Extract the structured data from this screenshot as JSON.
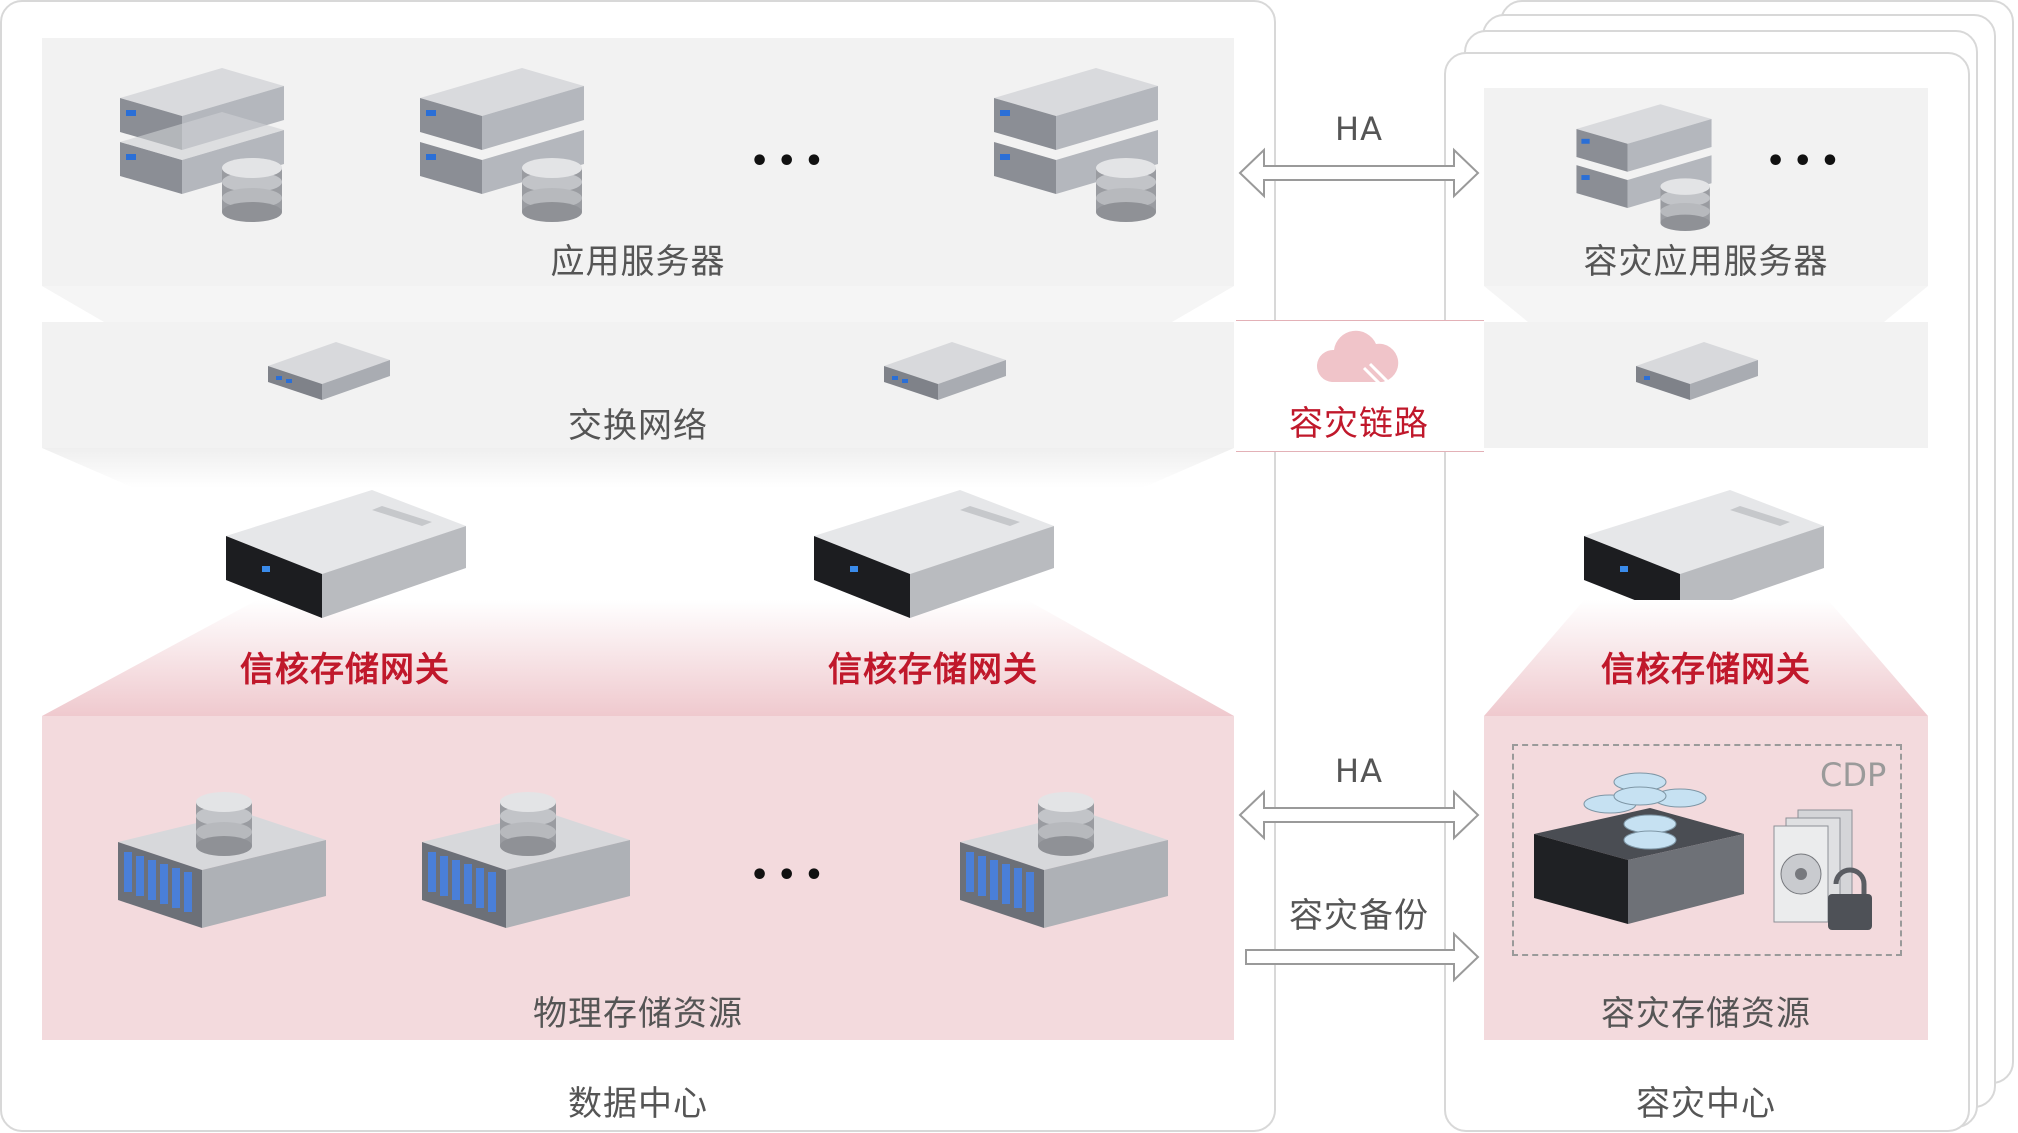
{
  "data_center": {
    "title": "数据中心",
    "app_servers_label": "应用服务器",
    "switch_label": "交换网络",
    "gateways": [
      "信核存储网关",
      "信核存储网关"
    ],
    "storage_label": "物理存储资源",
    "ellipsis": "•••"
  },
  "links": {
    "ha_top": "HA",
    "dr_link": "容灾链路",
    "ha_bottom": "HA",
    "dr_backup": "容灾备份"
  },
  "dr_center": {
    "title": "容灾中心",
    "app_servers_label": "容灾应用服务器",
    "gateway": "信核存储网关",
    "storage_label": "容灾存储资源",
    "cdp_label": "CDP",
    "ellipsis": "•••"
  },
  "colors": {
    "accent_red": "#c0182b",
    "band_gray": "#f2f2f2",
    "band_pink": "#f3dadd",
    "frame_border": "#d8d8d8"
  }
}
